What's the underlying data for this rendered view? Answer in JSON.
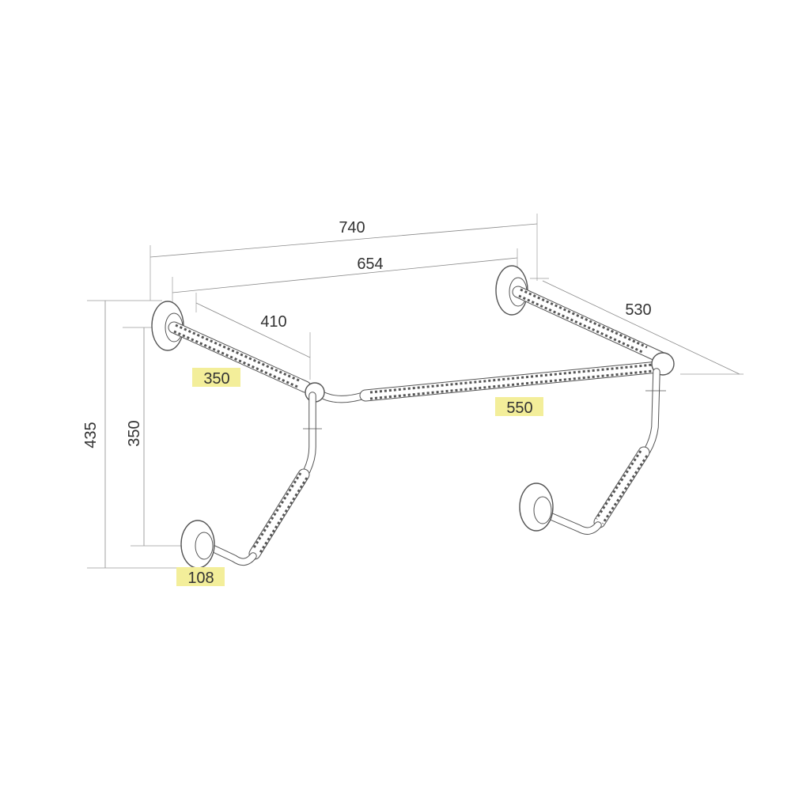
{
  "dimensions": {
    "overall_width": "740",
    "inner_width": "654",
    "depth": "530",
    "arm_length": "410",
    "arm_grip": "350",
    "front_grip": "550",
    "overall_height": "435",
    "leg_height": "350",
    "foot_offset": "108"
  },
  "colors": {
    "line": "#555555",
    "dimension_line": "#8a8a8a",
    "highlight": "#f3ee9a",
    "text": "#333333"
  }
}
